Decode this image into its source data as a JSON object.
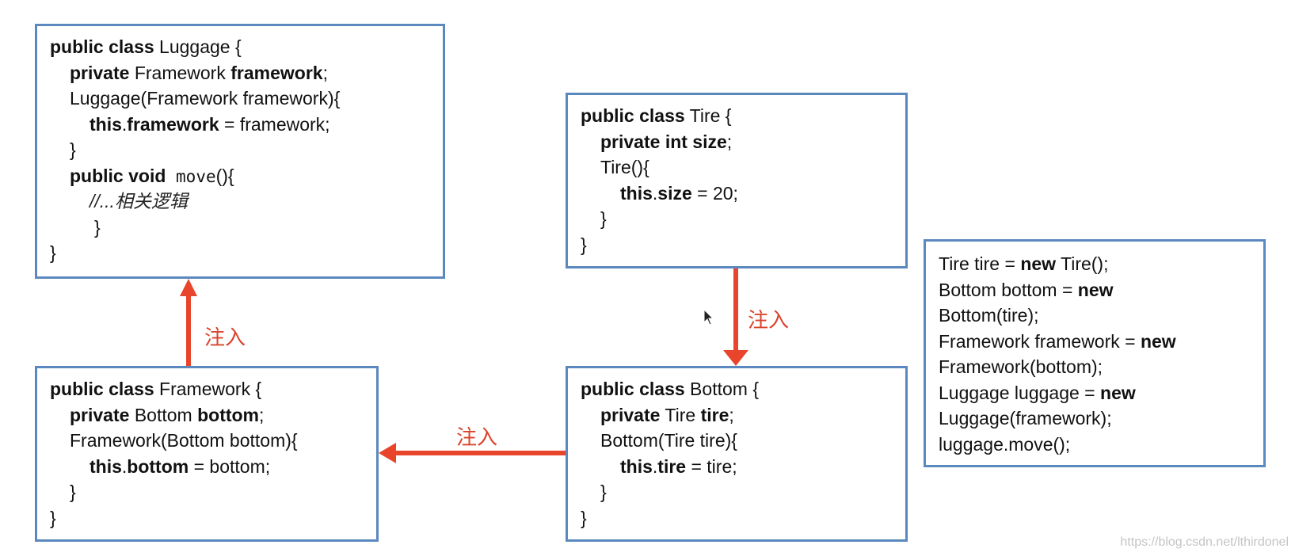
{
  "boxes": {
    "luggage": {
      "l1_kw": "public class",
      "l1_name": " Luggage {",
      "l2_kw": "private",
      "l2_type": " Framework ",
      "l2_field": "framework",
      "l2_end": ";",
      "l3": "Luggage(Framework framework){",
      "l4_kw": "this",
      "l4_dot": ".",
      "l4_field": "framework",
      "l4_rest": " = framework;",
      "l5": "}",
      "l6_kw": "public void",
      "l6_method": " move",
      "l6_rest": "(){",
      "l7": "//...相关逻辑",
      "l8": "}",
      "l9": "}"
    },
    "tire": {
      "l1_kw": "public class",
      "l1_name": " Tire {",
      "l2_kw": "private int size",
      "l2_end": ";",
      "l3": "Tire(){",
      "l4_kw": "this",
      "l4_dot": ".",
      "l4_field": "size",
      "l4_rest": " = 20;",
      "l5": "}",
      "l6": "}"
    },
    "framework": {
      "l1_kw": "public class",
      "l1_name": " Framework {",
      "l2_kw": "private",
      "l2_type": " Bottom ",
      "l2_field": "bottom",
      "l2_end": ";",
      "l3": "Framework(Bottom bottom){",
      "l4_kw": "this",
      "l4_dot": ".",
      "l4_field": "bottom",
      "l4_rest": " = bottom;",
      "l5": "}",
      "l6": "}"
    },
    "bottom": {
      "l1_kw": "public class",
      "l1_name": " Bottom {",
      "l2_kw": "private",
      "l2_type": " Tire ",
      "l2_field": "tire",
      "l2_end": ";",
      "l3": "Bottom(Tire tire){",
      "l4_kw": "this",
      "l4_dot": ".",
      "l4_field": "tire",
      "l4_rest": " = tire;",
      "l5": "}",
      "l6": "}"
    },
    "main": {
      "l1_a": "Tire tire = ",
      "l1_kw": "new",
      "l1_b": " Tire();",
      "l2_a": "Bottom bottom = ",
      "l2_kw": "new",
      "l3": "Bottom(tire);",
      "l4_a": "Framework framework = ",
      "l4_kw": "new",
      "l5": "Framework(bottom);",
      "l6_a": "Luggage luggage = ",
      "l6_kw": "new",
      "l7": "Luggage(framework);",
      "l8": "luggage.move();"
    }
  },
  "arrows": {
    "label_up": "注入",
    "label_down": "注入",
    "label_left": "注入",
    "color": "#e8452c"
  },
  "watermark": "https://blog.csdn.net/lthirdonel"
}
